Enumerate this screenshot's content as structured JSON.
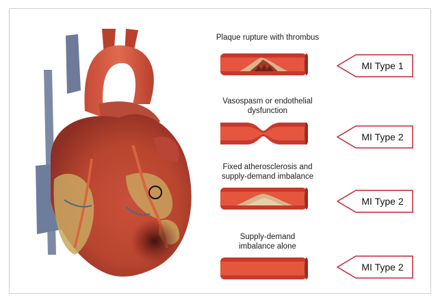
{
  "rows": [
    {
      "caption": "Plaque rupture with thrombus",
      "label": "MI Type 1"
    },
    {
      "caption": "Vasospasm or endothelial\ndysfunction",
      "label": "MI Type 2"
    },
    {
      "caption": "Fixed atherosclerosis and\nsupply-demand imbalance",
      "label": "MI Type 2"
    },
    {
      "caption": "Supply-demand\nimbalance alone",
      "label": "MI Type 2"
    }
  ],
  "colors": {
    "vessel": "#c8382c",
    "vessel_lumen": "#e6553d",
    "plaque": "#d9b58c",
    "tag_border": "#cc2233"
  }
}
